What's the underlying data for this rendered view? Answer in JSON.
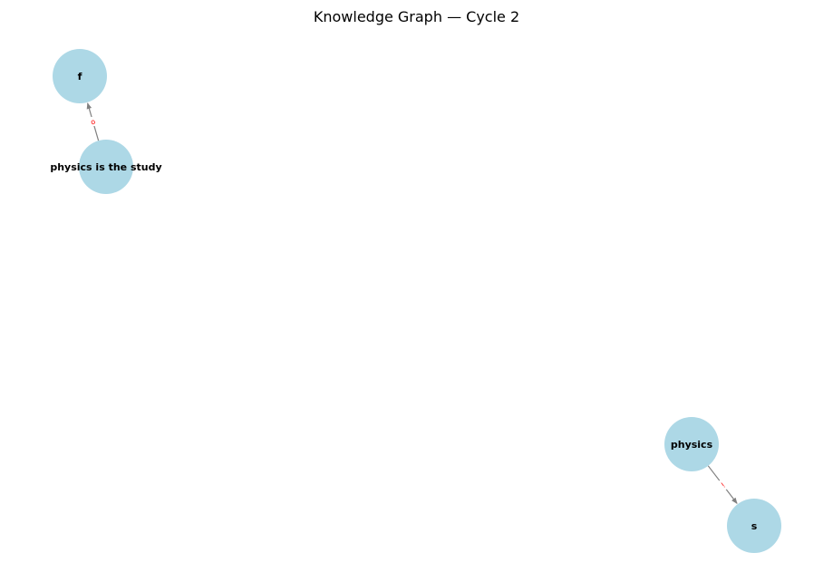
{
  "figure": {
    "title": "Knowledge Graph — Cycle 2"
  },
  "style": {
    "node_fill": "#add8e6",
    "edge_color": "#808080",
    "edge_label_color": "#ff0000",
    "background": "#ffffff"
  },
  "graph": {
    "nodes": [
      {
        "id": "f",
        "label": "f"
      },
      {
        "id": "physics_is_the_study",
        "label": "physics is the study"
      },
      {
        "id": "physics",
        "label": "physics"
      },
      {
        "id": "s",
        "label": "s"
      }
    ],
    "edges": [
      {
        "source": "physics_is_the_study",
        "target": "f",
        "label": "o"
      },
      {
        "source": "physics",
        "target": "s",
        "label": "i"
      }
    ]
  }
}
